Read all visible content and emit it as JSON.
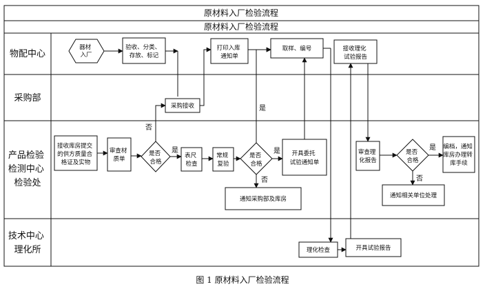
{
  "title_row1": "原材料入厂检验流程",
  "title_row2": "原材料入厂检验流程",
  "lanes": {
    "wupei": "物配中心",
    "caigou": "采购部",
    "chanpin": [
      "产品检验",
      "检测中心",
      "检验处"
    ],
    "jishu": [
      "技术中心",
      "理化所"
    ]
  },
  "nodes": {
    "materials_arrive": [
      "器材",
      "入厂"
    ],
    "receive_sort": [
      "验收、分类、",
      "存放、标记"
    ],
    "print_notice": [
      "打印入库",
      "通知单"
    ],
    "sample_number": "取样、编号",
    "receive_lab_report": [
      "接收理化",
      "试验报告"
    ],
    "purchase_receive": "采购接收",
    "supplier_docs": [
      "接收库房提交",
      "的供方质量合",
      "格证及实物"
    ],
    "review_quality": [
      "审查材",
      "质单"
    ],
    "decision1": [
      "是否",
      "合格"
    ],
    "appearance_check": [
      "表尺",
      "检查"
    ],
    "routine_recheck": [
      "常规",
      "复验"
    ],
    "decision2": [
      "是否",
      "合格"
    ],
    "issue_test_notice": [
      "开具委托",
      "试验通知单"
    ],
    "notify_purchase_warehouse": "通知采购部及库房",
    "review_lab_report": [
      "审查理",
      "化报告"
    ],
    "decision3": [
      "是否",
      "合格"
    ],
    "archive_notify": [
      "编档，通知",
      "库房办理转",
      "库手续"
    ],
    "notify_unit": "通知相关单位处理",
    "lab_test": "理化检查",
    "issue_test_report": "开具试验报告"
  },
  "edge_labels": {
    "yes": "是",
    "no": "否"
  },
  "caption": "图 1 原材料入厂检验流程"
}
